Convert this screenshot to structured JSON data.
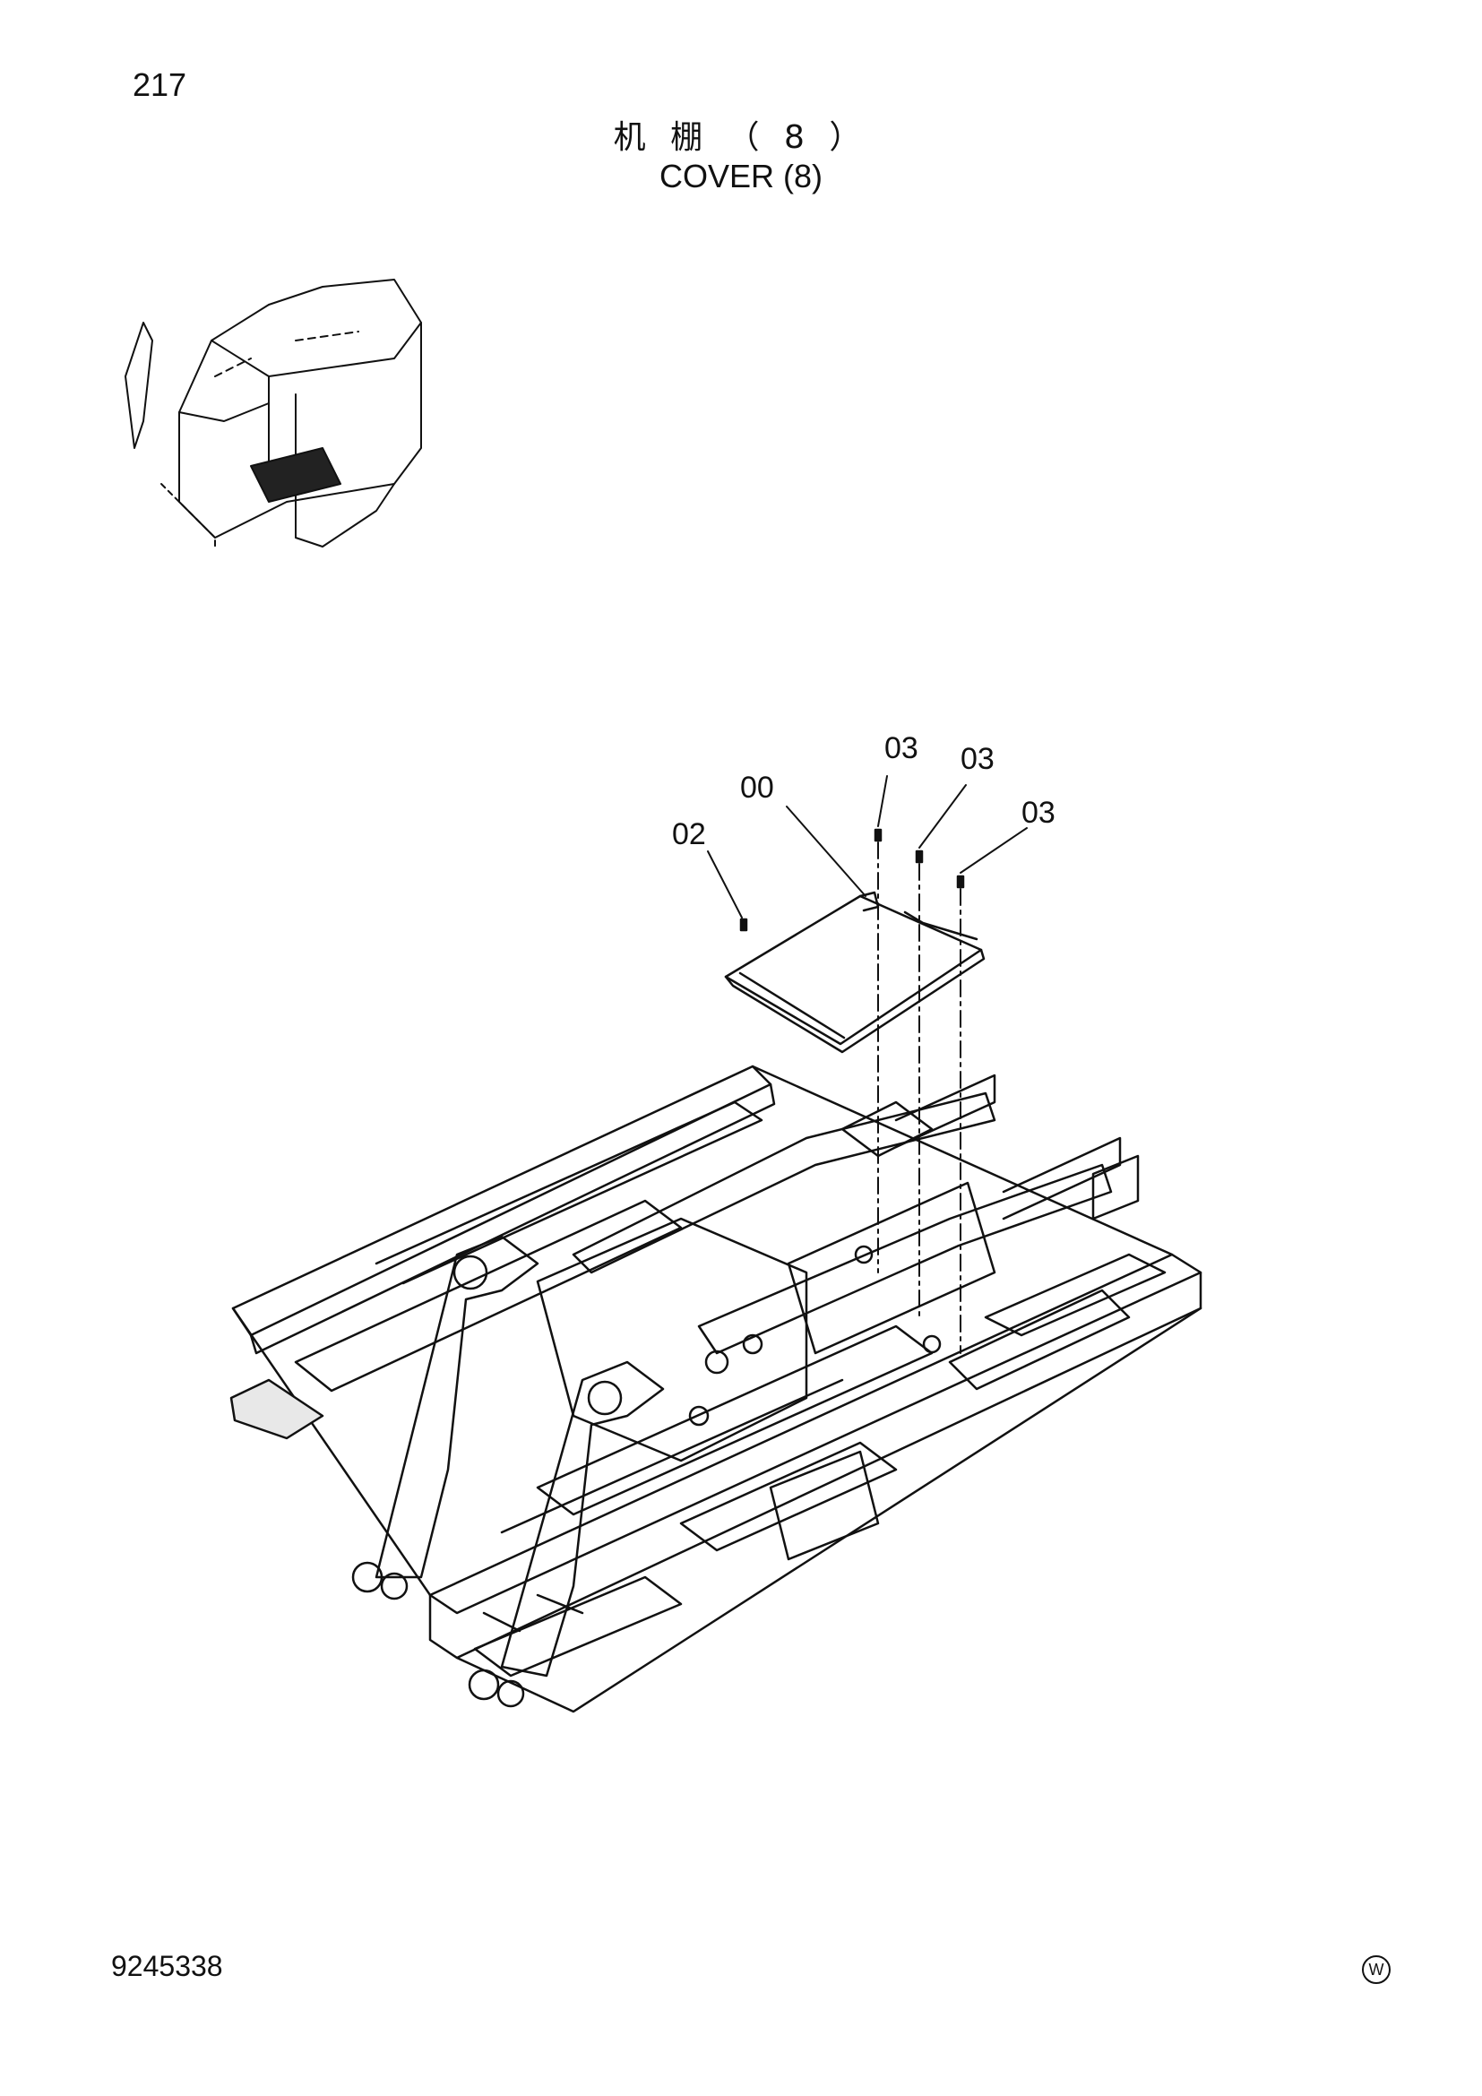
{
  "header": {
    "page_number": "217",
    "title_cn": "机 棚 （ 8 ）",
    "title_en": "COVER (8)"
  },
  "diagram": {
    "callouts": [
      {
        "label": "03"
      },
      {
        "label": "03"
      },
      {
        "label": "00"
      },
      {
        "label": "03"
      },
      {
        "label": "02"
      }
    ]
  },
  "footer": {
    "doc_number": "9245338",
    "mark": "W"
  }
}
